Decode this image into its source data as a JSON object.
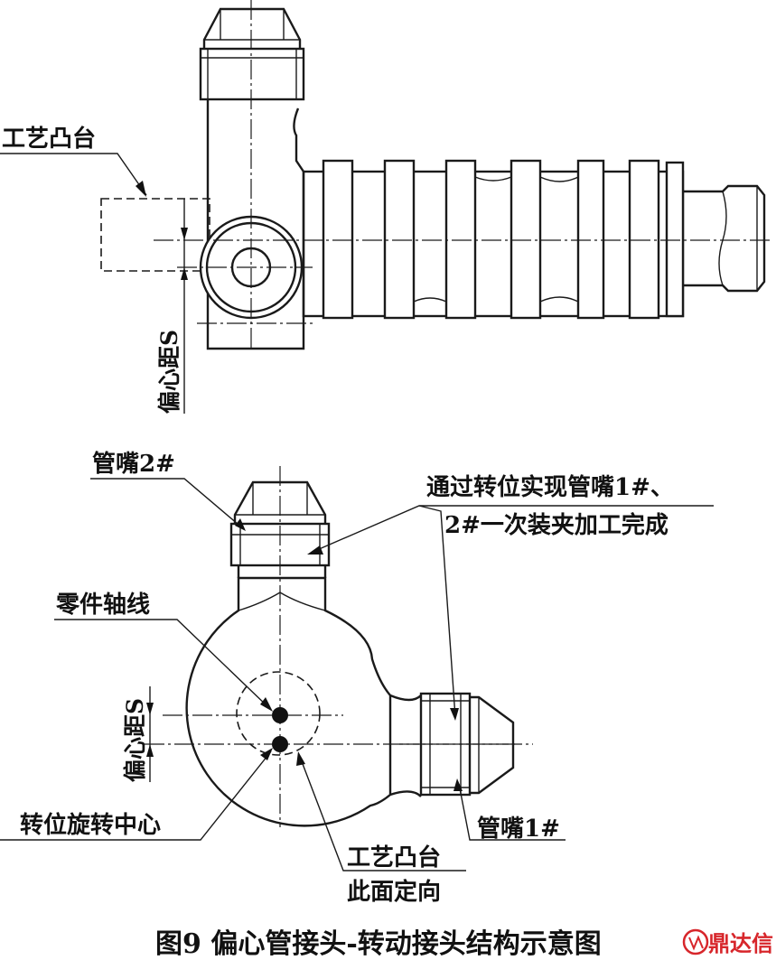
{
  "labels": {
    "boss_top": "工艺凸台",
    "eccentric_top": "偏心距S",
    "nozzle2": "管嘴2#",
    "note_line1": "通过转位实现管嘴1#、",
    "note_line2": "2#一次装夹加工完成",
    "part_axis": "零件轴线",
    "eccentric_bottom": "偏心距S",
    "rotation_center": "转位旋转中心",
    "nozzle1": "管嘴1#",
    "boss_bottom_line1": "工艺凸台",
    "boss_bottom_line2": "此面定向"
  },
  "caption": "图9  偏心管接头-转动接头结构示意图",
  "watermark": {
    "text": "鼎达信",
    "color": "#d7262b"
  }
}
